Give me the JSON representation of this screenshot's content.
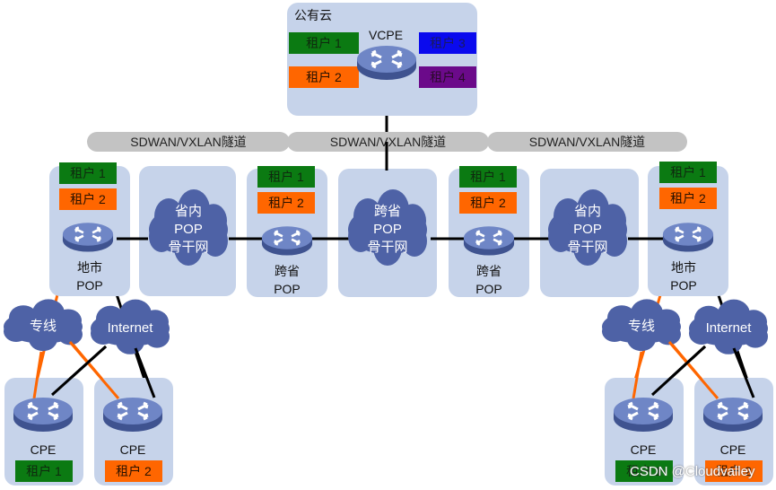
{
  "public_cloud": {
    "title": "公有云",
    "router_label": "VCPE",
    "tenants": [
      {
        "label": "租户 1",
        "color": "#0b7a12"
      },
      {
        "label": "租户 2",
        "color": "#ff6600"
      },
      {
        "label": "租户 3",
        "color": "#0a0aee"
      },
      {
        "label": "租户 4",
        "color": "#6b0a8a"
      }
    ]
  },
  "tunnels": [
    {
      "label": "SDWAN/VXLAN隧道"
    },
    {
      "label": "SDWAN/VXLAN隧道"
    },
    {
      "label": "SDWAN/VXLAN隧道"
    }
  ],
  "pops": [
    {
      "line1": "地市",
      "line2": "POP",
      "tenants": [
        "租户 1",
        "租户 2"
      ]
    },
    {
      "line1": "跨省",
      "line2": "POP",
      "tenants": [
        "租户 1",
        "租户 2"
      ]
    },
    {
      "line1": "跨省",
      "line2": "POP",
      "tenants": [
        "租户 1",
        "租户 2"
      ]
    },
    {
      "line1": "地市",
      "line2": "POP",
      "tenants": [
        "租户 1",
        "租户 2"
      ]
    }
  ],
  "backbones": [
    {
      "line1": "省内",
      "line2": "POP",
      "line3": "骨干网"
    },
    {
      "line1": "跨省",
      "line2": "POP",
      "line3": "骨干网"
    },
    {
      "line1": "省内",
      "line2": "POP",
      "line3": "骨干网"
    }
  ],
  "access_clouds": {
    "leased_line": "专线",
    "internet": "Internet"
  },
  "cpes": [
    {
      "label": "CPE",
      "tenant": "租户 1"
    },
    {
      "label": "CPE",
      "tenant": "租户 2"
    },
    {
      "label": "CPE",
      "tenant": "租户 1"
    },
    {
      "label": "CPE",
      "tenant": "租户 2"
    }
  ],
  "colors": {
    "panel": "#c6d3ea",
    "cloud": "#4e62a6",
    "leased_link": "#ff6600",
    "internet_link": "#000000",
    "tunnel": "#c3c3c3"
  },
  "watermark": "CSDN @Cloudvalley"
}
